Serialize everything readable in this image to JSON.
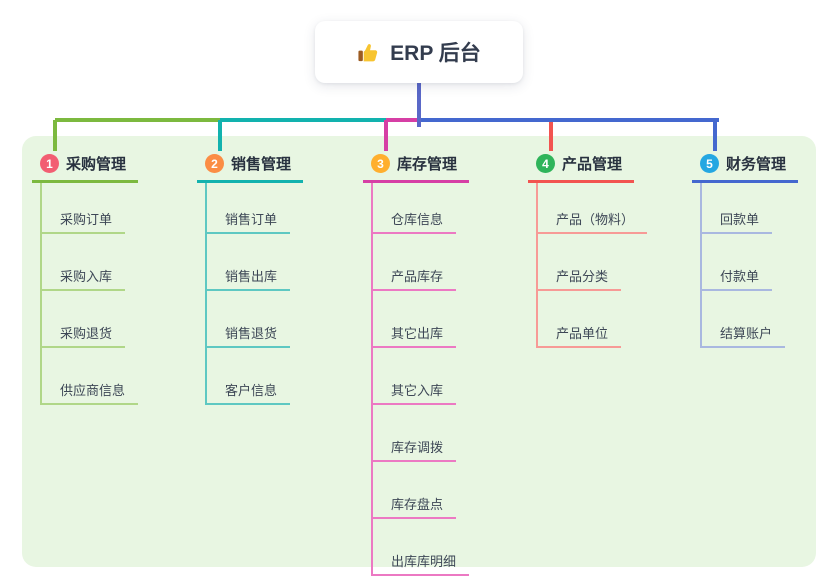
{
  "root": {
    "title": "ERP 后台",
    "icon": "thumbs-up-icon",
    "stem_color": "#5a68c8"
  },
  "panel": {
    "background": "#e8f6e2"
  },
  "branches": [
    {
      "badge": "1",
      "label": "采购管理",
      "badge_color": "#f25e72",
      "line_color": "#7cb93f",
      "child_line_color": "#b0d788",
      "children": [
        "采购订单",
        "采购入库",
        "采购退货",
        "供应商信息"
      ]
    },
    {
      "badge": "2",
      "label": "销售管理",
      "badge_color": "#fb8d44",
      "line_color": "#12b2ae",
      "child_line_color": "#5ec8c2",
      "children": [
        "销售订单",
        "销售出库",
        "销售退货",
        "客户信息"
      ]
    },
    {
      "badge": "3",
      "label": "库存管理",
      "badge_color": "#ffaf2e",
      "line_color": "#d63fa5",
      "child_line_color": "#ec79c3",
      "children": [
        "仓库信息",
        "产品库存",
        "其它出库",
        "其它入库",
        "库存调拨",
        "库存盘点",
        "出库库明细"
      ]
    },
    {
      "badge": "4",
      "label": "产品管理",
      "badge_color": "#2fb45a",
      "line_color": "#f25450",
      "child_line_color": "#f79a96",
      "children": [
        "产品（物料）",
        "产品分类",
        "产品单位"
      ]
    },
    {
      "badge": "5",
      "label": "财务管理",
      "badge_color": "#24a7e2",
      "line_color": "#4468cf",
      "child_line_color": "#a9b8e0",
      "children": [
        "回款单",
        "付款单",
        "结算账户"
      ]
    }
  ]
}
